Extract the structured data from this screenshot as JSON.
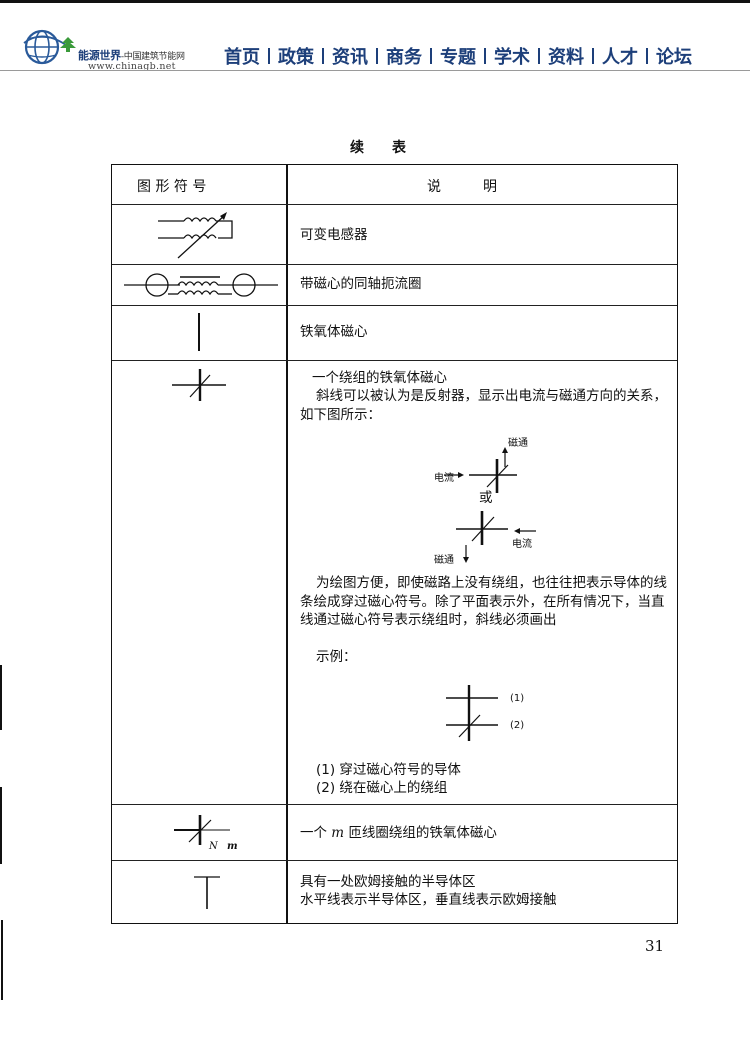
{
  "header": {
    "logo": {
      "name": "能源世界",
      "subtitle": "-中国建筑节能网",
      "url": "www.chinagb.net",
      "icon": "globe-with-pagoda-icon"
    },
    "nav": [
      {
        "label": "首页"
      },
      {
        "label": "政策"
      },
      {
        "label": "资讯"
      },
      {
        "label": "商务"
      },
      {
        "label": "专题"
      },
      {
        "label": "学术"
      },
      {
        "label": "资料"
      },
      {
        "label": "人才"
      },
      {
        "label": "论坛"
      }
    ],
    "nav_color": "#1d3f7a"
  },
  "document": {
    "caption": [
      "续",
      "表"
    ],
    "table": {
      "columns": [
        "图 形 符 号",
        "说　　　明"
      ],
      "rows": [
        {
          "symbol": "variable-inductor-symbol",
          "description": "可变电感器"
        },
        {
          "symbol": "coaxial-choke-with-core-symbol",
          "description": "带磁心的同轴扼流圈"
        },
        {
          "symbol": "ferrite-core-symbol",
          "description": "铁氧体磁心"
        },
        {
          "symbol": "ferrite-core-one-winding-symbol",
          "description": "一个绕组的铁氧体磁心",
          "paragraph1": "斜线可以被认为是反射器，显示出电流与磁通方向的关系，如下图所示：",
          "diagram1": {
            "flux_label": "磁通",
            "current_label": "电流"
          },
          "or_label": "或",
          "diagram2": {
            "flux_label": "磁通",
            "current_label": "电流"
          },
          "paragraph2": "为绘图方便，即使磁路上没有绕组，也往往把表示导体的线条绘成穿过磁心符号。除了平面表示外，在所有情况下，当直线通过磁心符号表示绕组时，斜线必须画出",
          "example_label": "示例：",
          "example_marks": [
            "(1)",
            "(2)"
          ],
          "notes": [
            "(1) 穿过磁心符号的导体",
            "(2) 绕在磁心上的绕组"
          ]
        },
        {
          "symbol": "ferrite-core-m-turn-winding-symbol",
          "symbol_labels": {
            "n": "N",
            "m": "m"
          },
          "description_parts": [
            "一个",
            "m",
            "匝线圈绕组的铁氧体磁心"
          ]
        },
        {
          "symbol": "semiconductor-ohmic-contact-symbol",
          "description": "具有一处欧姆接触的半导体区",
          "description_line2": "水平线表示半导体区，垂直线表示欧姆接触"
        }
      ]
    },
    "page_number": "31"
  }
}
